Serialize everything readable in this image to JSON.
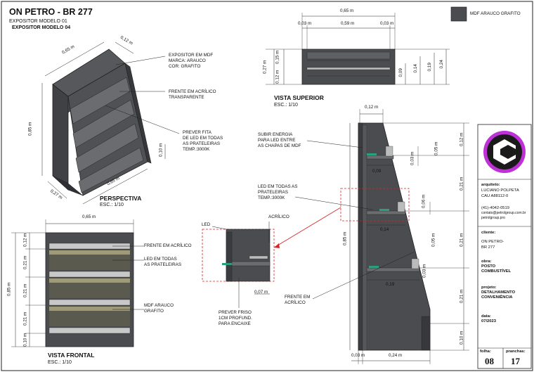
{
  "header": {
    "title": "ON PETRO - BR 277",
    "sub1": "EXPOSITOR MODELO 01",
    "sub2": "EXPOSITOR MODELO 04"
  },
  "legend": {
    "label": "MDF ARAUCO GRAFITO",
    "swatch_color": "#4a4c50"
  },
  "perspective": {
    "title": "PERSPECTIVA",
    "scale": "ESC.: 1/10",
    "dims": {
      "width": "0,65 m",
      "depth_top": "0,12 m",
      "height": "0,85 m",
      "depth_bottom": "0,27 m",
      "width_bottom": "0,65 m",
      "shelf_gap": "0,10 m"
    },
    "notes": {
      "mdf": [
        "EXPOSITOR EM MDF",
        "MARCA: ARAUCO",
        "COR: GRAFITO"
      ],
      "acrylic": [
        "FRENTE EM ACRÍLICO",
        "TRANSPARENTE"
      ],
      "led": [
        "PREVER FITA",
        "DE LED EM TODAS",
        "AS PRATELEIRAS",
        "TEMP.:3000K"
      ]
    }
  },
  "top_view": {
    "title": "VISTA SUPERIOR",
    "scale": "ESC.: 1/10",
    "dims": {
      "total": "0,65 m",
      "side_left": "0,03 m",
      "inner": "0,59 m",
      "side_right": "0,03 m",
      "d1": "0,27 m",
      "d2": "0,15 m",
      "d3": "0,12 m",
      "d4": "0,09",
      "d5": "0,14",
      "d6": "0,19",
      "d7": "0,24"
    }
  },
  "front_view": {
    "title": "VISTA FRONTAL",
    "scale": "ESC.: 1/10",
    "dims": {
      "width": "0,65 m",
      "height": "0,85 m",
      "top": "0,12 m",
      "s1": "0,21 m",
      "s2": "0,21 m",
      "s3": "0,21 m",
      "base": "0,10 m"
    },
    "notes": {
      "acrylic": "FRENTE EM ACRÍLICO",
      "led": [
        "LED EM TODAS",
        "AS PRATELEIRAS"
      ],
      "mdf": [
        "MDF ARAUCO",
        "GRAFITO"
      ]
    }
  },
  "detail": {
    "led": "LED",
    "acrylic": "ACRÍLICO",
    "dim": "0,07 m",
    "note": [
      "PREVER FRISO",
      "1CM PROFUND.",
      "PARA ENCAIXE"
    ]
  },
  "side_view": {
    "dims": {
      "top_width": "0,12 m",
      "height": "0,85 m",
      "top": "0,12 m",
      "s1": "0,21 m",
      "s2": "0,21 m",
      "s3": "0,21 m",
      "base": "0,10 m",
      "a": "0,05 m",
      "b": "0,03 m",
      "c": "0,09",
      "d": "0,06 m",
      "e": "0,14",
      "f": "0,05 m",
      "g": "0,03 m",
      "h": "0,19",
      "bottom_left": "0,03 m",
      "bottom_width": "0,24 m"
    },
    "notes": {
      "energy": [
        "SUBIR ENERGIA",
        "PARA LED ENTRE",
        "AS CHAPAS DE MDF"
      ],
      "led": [
        "LED EM TODAS AS",
        "PRATELEIRAS",
        "TEMP.:3000K"
      ],
      "acrylic": [
        "FRENTE EM",
        "ACRÍLICO"
      ]
    }
  },
  "title_block": {
    "architect_label": "arquiteto:",
    "architect_name": "LUCIANO POLPETA",
    "cau": "CAU A88112-0",
    "phone": "(41)-4042-0519",
    "email": "contato@petrolgroup.com.br",
    "site": "petrolgroup.pro",
    "client_label": "cliente:",
    "client": [
      "ON PETRO-",
      "BR 277"
    ],
    "work_label": "obra:",
    "work": [
      "POSTO",
      "COMBUSTÍVEL"
    ],
    "project_label": "projeto:",
    "project": [
      "DETALHAMENTO",
      "CONVENIÊNCIA"
    ],
    "date_label": "data:",
    "date": "07/2023",
    "sheet_label": "folha:",
    "sheet": "08",
    "sheets_label": "pranchas:",
    "sheets": "17",
    "logo_color": "#c030d8"
  }
}
